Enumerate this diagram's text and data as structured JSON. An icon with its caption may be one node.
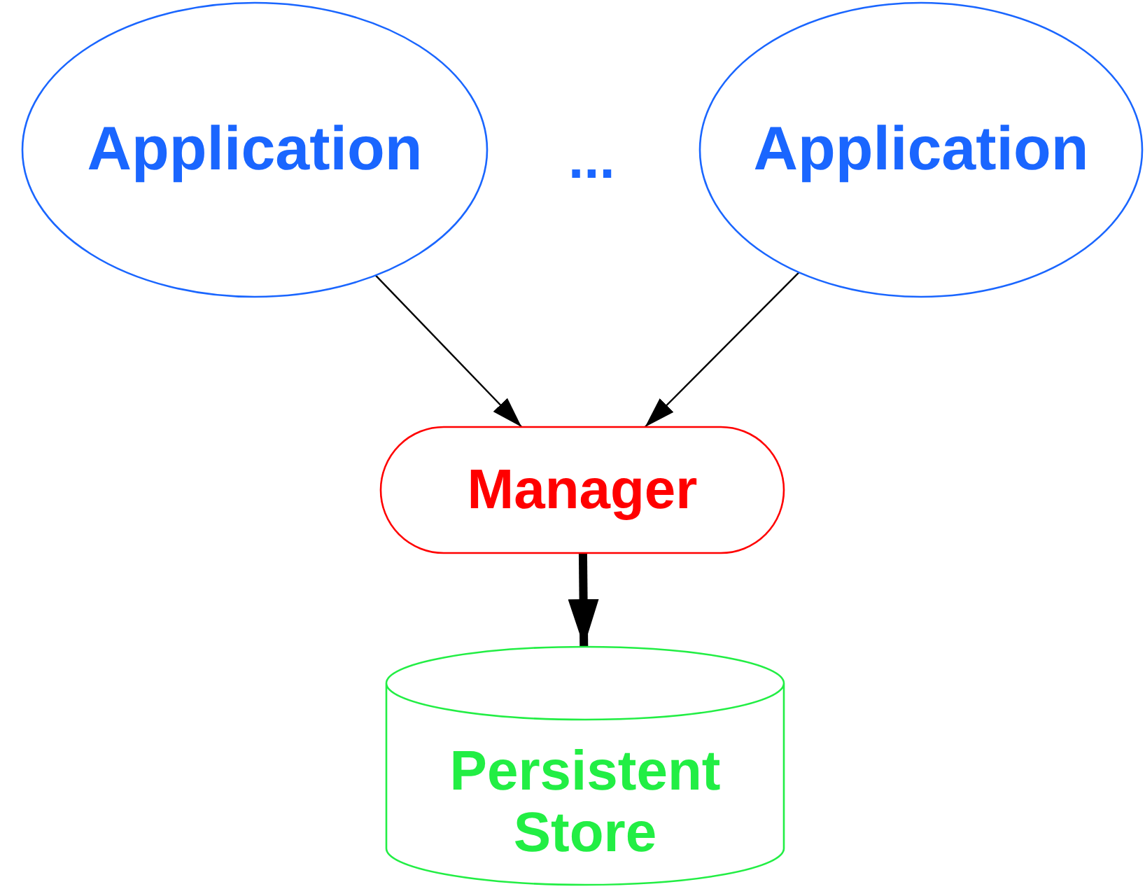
{
  "diagram": {
    "nodes": [
      {
        "text": [
          "Application"
        ]
      },
      {
        "text": [
          "Application"
        ]
      },
      {
        "text": [
          "Manager"
        ]
      },
      {
        "text": [
          "Persistent Store"
        ]
      }
    ],
    "edges": [
      {
        "from": 0,
        "to": 2,
        "arrow": "to"
      },
      {
        "from": 1,
        "to": 2,
        "arrow": "to"
      },
      {
        "from": 2,
        "to": 3,
        "arrow": "to",
        "style": "thick"
      }
    ],
    "labels": [
      "..."
    ]
  }
}
